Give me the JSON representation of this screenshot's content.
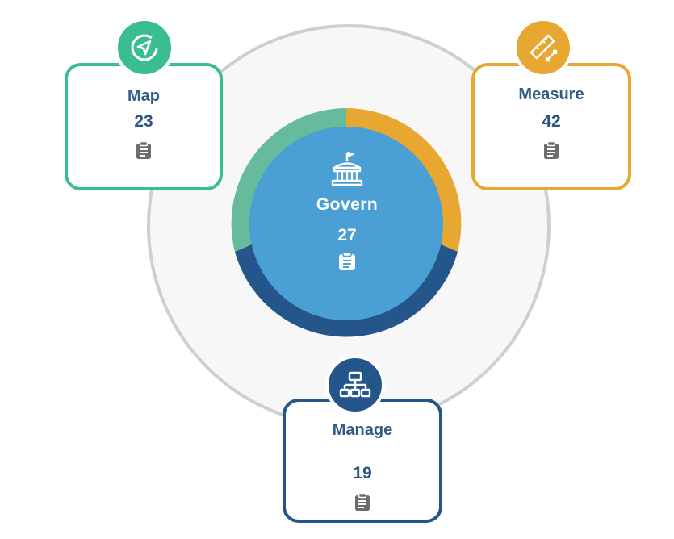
{
  "colors": {
    "map": "#3bbd94",
    "measure": "#e8a730",
    "manage": "#24568c",
    "govern": "#4a9fd4",
    "text": "#2f5b87",
    "clipboard": "#6d6d6d",
    "ring": "#cfcfcf"
  },
  "govern": {
    "title": "Govern",
    "count": "27",
    "icon": "building-flag-icon",
    "doc_icon": "clipboard-icon"
  },
  "cards": {
    "map": {
      "title": "Map",
      "count": "23",
      "icon": "navigation-arrow-icon",
      "doc_icon": "clipboard-icon"
    },
    "measure": {
      "title": "Measure",
      "count": "42",
      "icon": "ruler-icon",
      "doc_icon": "clipboard-icon"
    },
    "manage": {
      "title": "Manage",
      "count": "19",
      "icon": "hierarchy-icon",
      "doc_icon": "clipboard-icon"
    }
  }
}
